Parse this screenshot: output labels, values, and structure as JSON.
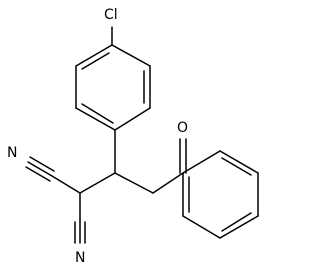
{
  "structure": {
    "atoms": {
      "chlorine": "Cl",
      "oxygen": "O",
      "nitrile_n_upper": "N",
      "nitrile_n_lower": "N"
    },
    "colors": {
      "bond": "#000000",
      "label": "#000000",
      "background": "#ffffff"
    }
  }
}
